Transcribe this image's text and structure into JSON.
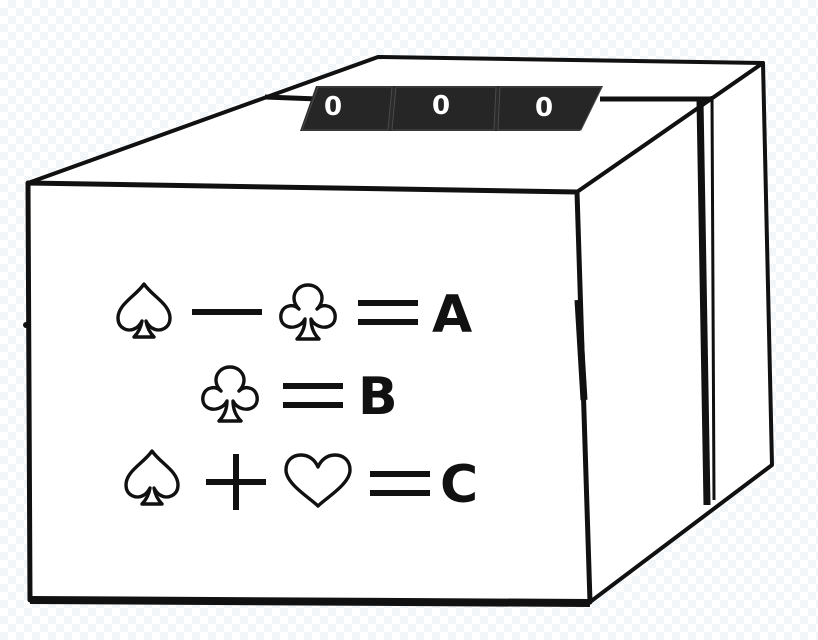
{
  "lock": {
    "dials": [
      "0",
      "0",
      "0"
    ]
  },
  "equations": [
    {
      "symbols": [
        "spade",
        "minus",
        "club",
        "equals"
      ],
      "result": "A"
    },
    {
      "symbols": [
        "club",
        "equals"
      ],
      "result": "B"
    },
    {
      "symbols": [
        "spade",
        "plus",
        "heart",
        "equals"
      ],
      "result": "C"
    }
  ],
  "colors": {
    "outline": "#111111",
    "dial": "#2b2b2b",
    "background": "#ffffff"
  }
}
